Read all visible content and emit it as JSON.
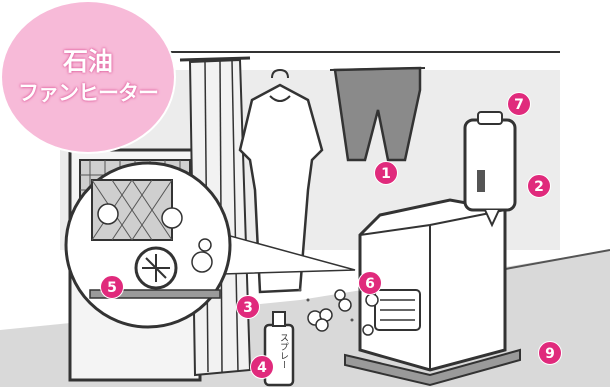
{
  "title": {
    "line1": "石油",
    "line2": "ファンヒーター"
  },
  "markers": [
    "1",
    "2",
    "3",
    "4",
    "5",
    "6",
    "7",
    "9"
  ],
  "spray_can_text": "スプレー",
  "colors": {
    "title_badge": "#f7bad8",
    "title_text_outline": "#e0609e",
    "marker": "#e02a7c",
    "floor": "#d9d9d9",
    "wall": "#ececec",
    "hanging_cloth": "#8a8a8a"
  }
}
